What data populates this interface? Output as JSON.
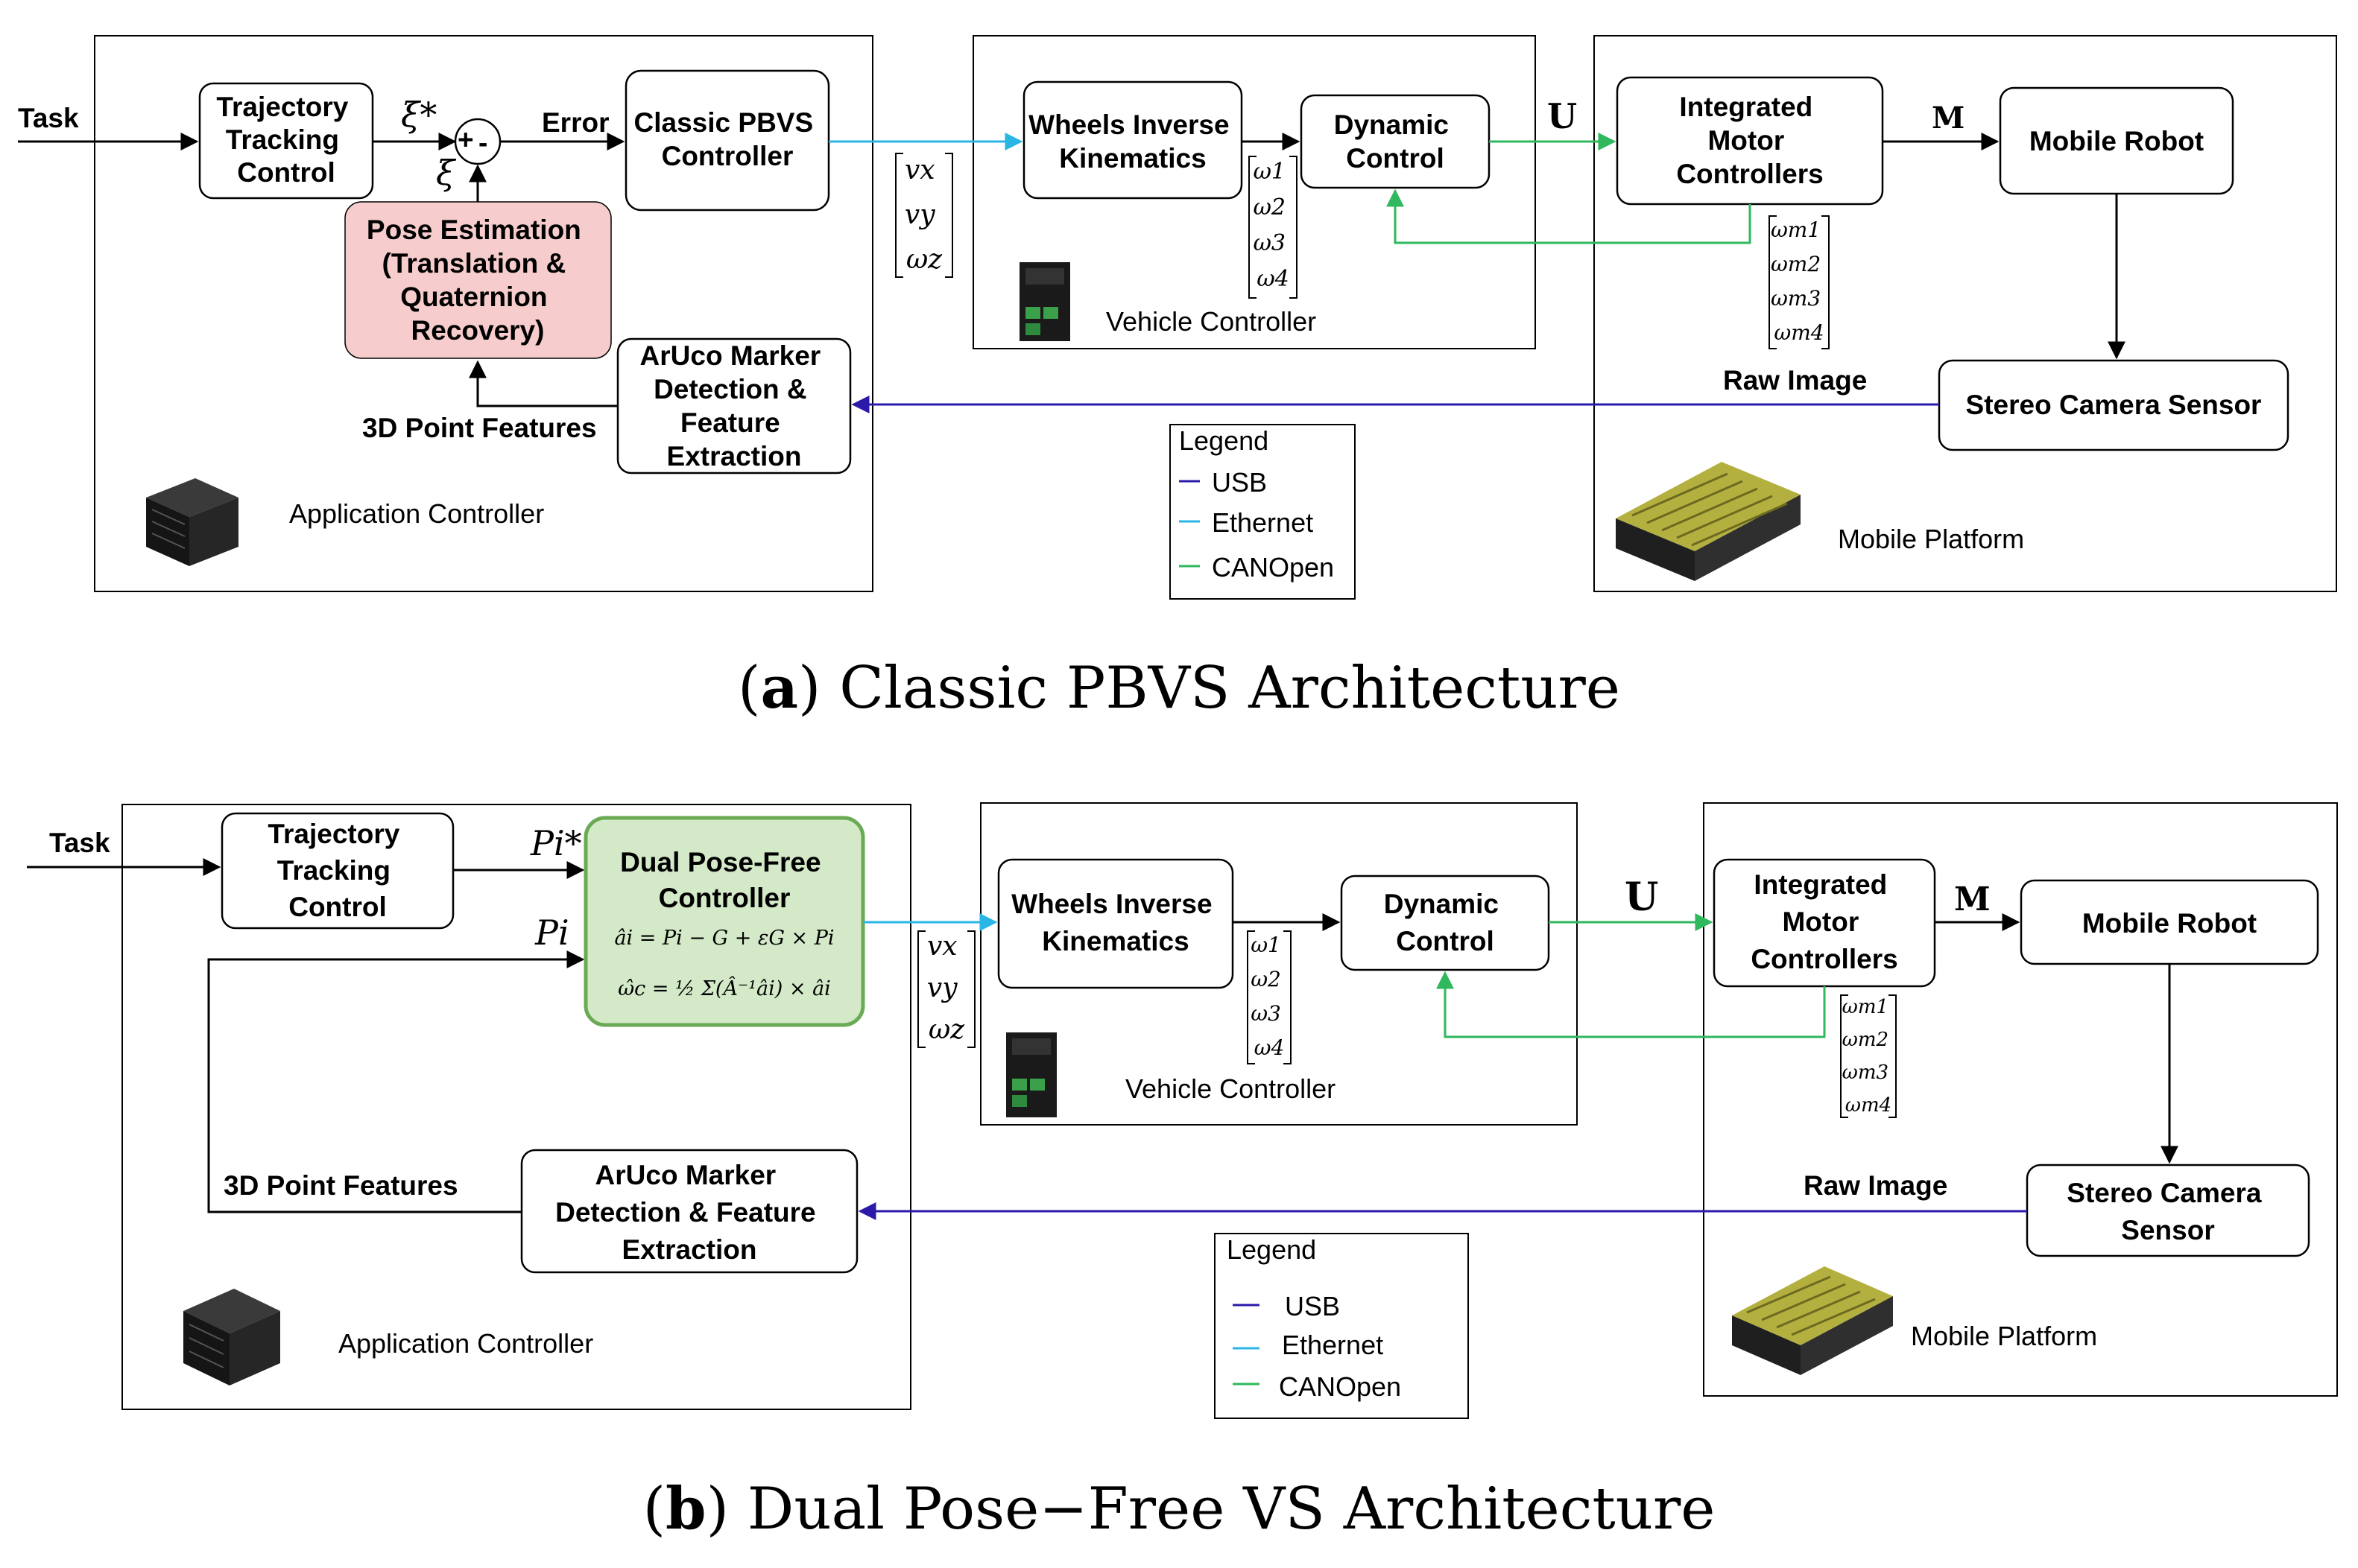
{
  "colors": {
    "usb": "#2b1aa8",
    "ethernet": "#29b6e5",
    "canopen": "#2fb85e",
    "pose_fill": "#f6cccc",
    "dual_fill": "#d3e9c8"
  },
  "a": {
    "task": "Task",
    "trajectory": [
      "Trajectory",
      "Tracking",
      "Control"
    ],
    "xi_star": "ξ*",
    "xi": "ξ",
    "sum_plus": "+",
    "sum_minus": "-",
    "error": "Error",
    "classic": [
      "Classic PBVS",
      "Controller"
    ],
    "pose": [
      "Pose Estimation",
      "(Translation &",
      "Quaternion",
      "Recovery)"
    ],
    "aruco": [
      "ArUco Marker",
      "Detection &",
      "Feature",
      "Extraction"
    ],
    "features": "3D Point Features",
    "app": "Application Controller",
    "vxyz": [
      "vx",
      "vy",
      "ωz"
    ],
    "wheels": [
      "Wheels Inverse",
      "Kinematics"
    ],
    "dynamic": [
      "Dynamic",
      "Control"
    ],
    "omega": [
      "ω1",
      "ω2",
      "ω3",
      "ω4"
    ],
    "vehicle": "Vehicle Controller",
    "u": "U",
    "integrated": [
      "Integrated",
      "Motor",
      "Controllers"
    ],
    "m": "M",
    "robot": "Mobile Robot",
    "omega_m": [
      "ωm1",
      "ωm2",
      "ωm3",
      "ωm4"
    ],
    "raw": "Raw Image",
    "stereo": [
      "Stereo Camera Sensor"
    ],
    "platform": "Mobile Platform",
    "legend": {
      "title": "Legend",
      "usb": "USB",
      "ethernet": "Ethernet",
      "canopen": "CANOpen"
    },
    "caption": {
      "letter": "a",
      "text": "Classic PBVS Architecture"
    }
  },
  "b": {
    "task": "Task",
    "trajectory": [
      "Trajectory",
      "Tracking",
      "Control"
    ],
    "p_star": "Pi*",
    "p": "Pi",
    "dual": [
      "Dual Pose-Free",
      "Controller"
    ],
    "eq1": "âi = Pi − G + εG × Pi",
    "eq2": "ω̂c = ½ Σ(Â⁻¹âi) × âi",
    "aruco": [
      "ArUco Marker",
      "Detection & Feature",
      "Extraction"
    ],
    "features": "3D Point Features",
    "app": "Application Controller",
    "vxyz": [
      "vx",
      "vy",
      "ωz"
    ],
    "wheels": [
      "Wheels Inverse",
      "Kinematics"
    ],
    "dynamic": [
      "Dynamic",
      "Control"
    ],
    "omega": [
      "ω1",
      "ω2",
      "ω3",
      "ω4"
    ],
    "vehicle": "Vehicle Controller",
    "u": "U",
    "integrated": [
      "Integrated",
      "Motor",
      "Controllers"
    ],
    "m": "M",
    "robot": "Mobile Robot",
    "omega_m": [
      "ωm1",
      "ωm2",
      "ωm3",
      "ωm4"
    ],
    "raw": "Raw Image",
    "stereo": [
      "Stereo Camera",
      "Sensor"
    ],
    "platform": "Mobile Platform",
    "legend": {
      "title": "Legend",
      "usb": "USB",
      "ethernet": "Ethernet",
      "canopen": "CANOpen"
    },
    "caption": {
      "letter": "b",
      "text": "Dual Pose−Free VS Architecture"
    }
  }
}
